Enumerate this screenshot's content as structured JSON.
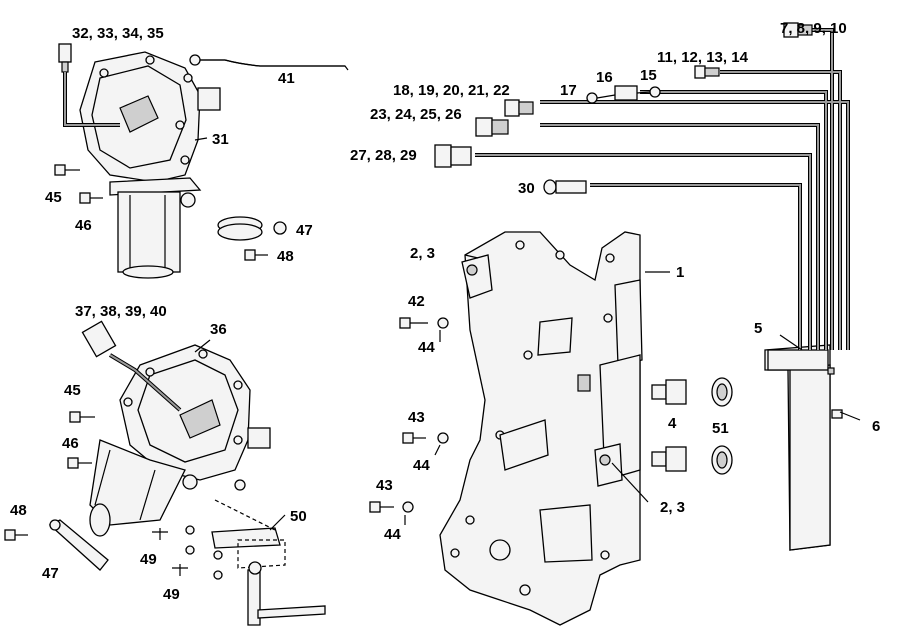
{
  "labels": {
    "l1": "1",
    "l23": "2, 3",
    "l23b": "2, 3",
    "l4": "4",
    "l5": "5",
    "l6": "6",
    "l7": "7, 8, 9, 10",
    "l11": "11, 12, 13, 14",
    "l15": "15",
    "l16": "16",
    "l17": "17",
    "l18": "18, 19, 20, 21, 22",
    "l23n": "23, 24, 25, 26",
    "l27": "27, 28, 29",
    "l30": "30",
    "l31": "31",
    "l32": "32, 33, 34, 35",
    "l36": "36",
    "l37": "37, 38, 39, 40",
    "l41": "41",
    "l42": "42",
    "l43a": "43",
    "l43b": "43",
    "l44a": "44",
    "l44b": "44",
    "l44c": "44",
    "l45a": "45",
    "l45b": "45",
    "l46a": "46",
    "l46b": "46",
    "l47a": "47",
    "l47b": "47",
    "l48a": "48",
    "l48b": "48",
    "l49a": "49",
    "l49b": "49",
    "l50": "50",
    "l51": "51"
  }
}
